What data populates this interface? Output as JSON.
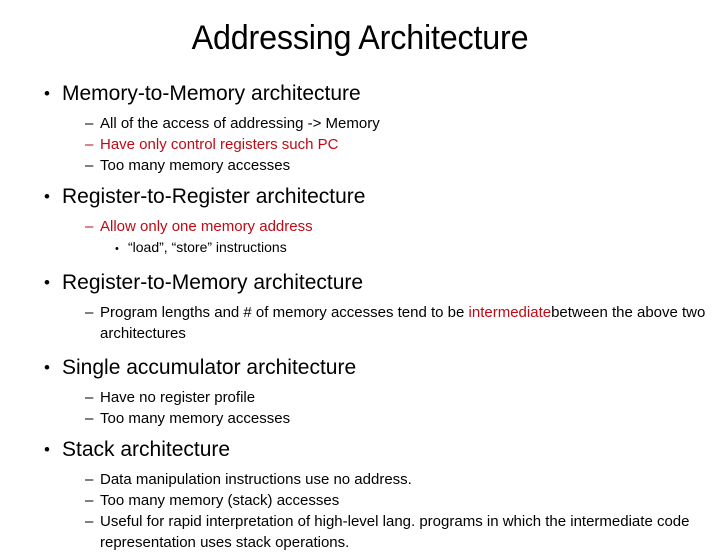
{
  "slide": {
    "title": "Addressing Architecture",
    "background_color": "#FFFFFF",
    "text_color": "#000000",
    "accent_color": "#BF0A15",
    "markers": {
      "level1": "•",
      "level2": "–",
      "level3": "•"
    },
    "sections": [
      {
        "heading": "Memory-to-Memory architecture",
        "sub": [
          {
            "text": "All of the access of addressing -> Memory",
            "color": "black"
          },
          {
            "text": "Have only control registers such PC",
            "color": "red"
          },
          {
            "text": "Too many memory accesses",
            "color": "black"
          }
        ]
      },
      {
        "heading": "Register-to-Register architecture",
        "sub": [
          {
            "text": "Allow only one memory address",
            "color": "red"
          }
        ],
        "sub_sub": [
          {
            "text": "“load”, “store” instructions",
            "color": "black"
          }
        ]
      },
      {
        "heading": "Register-to-Memory architecture",
        "sub_mixed": {
          "part1": "Program lengths and # of memory accesses tend to be ",
          "part2_red": "intermediate",
          "part3": "between the above two architectures"
        }
      },
      {
        "heading": "Single accumulator architecture",
        "sub": [
          {
            "text": "Have no register profile",
            "color": "black"
          },
          {
            "text": "Too many memory accesses",
            "color": "black"
          }
        ]
      },
      {
        "heading": "Stack architecture",
        "sub": [
          {
            "text": "Data manipulation instructions use no address.",
            "color": "black"
          },
          {
            "text": "Too many memory (stack) accesses",
            "color": "black"
          },
          {
            "text": "Useful for rapid interpretation of high-level lang. programs in which the intermediate code representation uses stack operations.",
            "color": "black"
          }
        ]
      }
    ]
  }
}
